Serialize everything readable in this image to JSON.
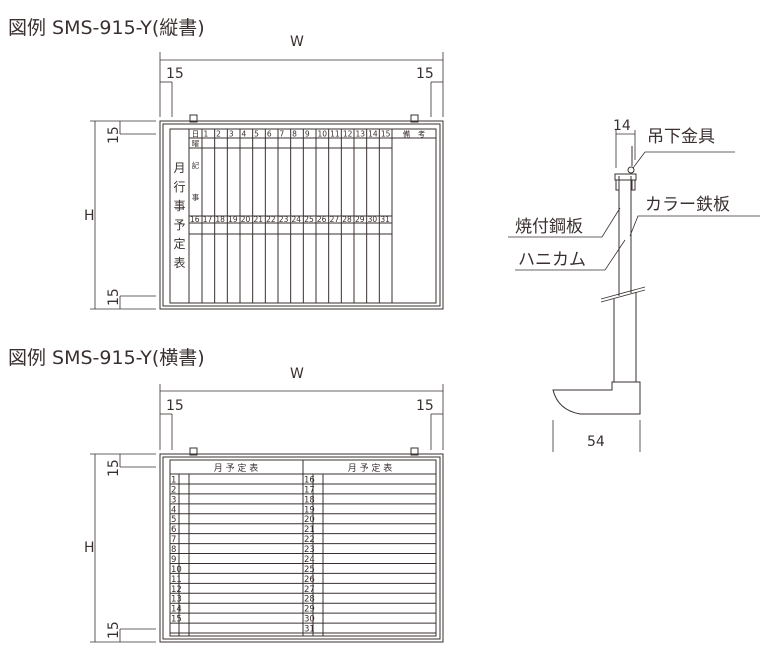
{
  "vertical_board": {
    "title": "図例 SMS-915-Y(縦書)",
    "dim_width": "W",
    "dim_height": "H",
    "margin_left": "15",
    "margin_right": "15",
    "margin_top": "15",
    "margin_bottom": "15",
    "side_title_chars": [
      "月",
      "行",
      "事",
      "予",
      "定",
      "表"
    ],
    "day_label": "日",
    "weekday_label": "曜",
    "notes_chars": [
      "記",
      "事"
    ],
    "remarks_label": "備　考",
    "days_first_half": [
      "1",
      "2",
      "3",
      "4",
      "5",
      "6",
      "7",
      "8",
      "9",
      "10",
      "11",
      "12",
      "13",
      "14",
      "15"
    ],
    "days_second_half": [
      "16",
      "17",
      "18",
      "19",
      "20",
      "21",
      "22",
      "23",
      "24",
      "25",
      "26",
      "27",
      "28",
      "29",
      "30",
      "31"
    ]
  },
  "horizontal_board": {
    "title": "図例 SMS-915-Y(横書)",
    "dim_width": "W",
    "dim_height": "H",
    "margin_left": "15",
    "margin_right": "15",
    "margin_top": "15",
    "margin_bottom": "15",
    "left_header": "月 予 定 表",
    "right_header": "月 予 定 表",
    "left_rows": [
      "1",
      "2",
      "3",
      "4",
      "5",
      "6",
      "7",
      "8",
      "9",
      "10",
      "11",
      "12",
      "13",
      "14",
      "15",
      ""
    ],
    "right_rows": [
      "16",
      "17",
      "18",
      "19",
      "20",
      "21",
      "22",
      "23",
      "24",
      "25",
      "26",
      "27",
      "28",
      "29",
      "30",
      "31"
    ]
  },
  "section_view": {
    "thickness_dim": "14",
    "foot_dim": "54",
    "labels": {
      "hanger": "吊下金具",
      "color_steel": "カラー鉄板",
      "baked_steel": "焼付鋼板",
      "honeycomb": "ハニカム"
    }
  }
}
